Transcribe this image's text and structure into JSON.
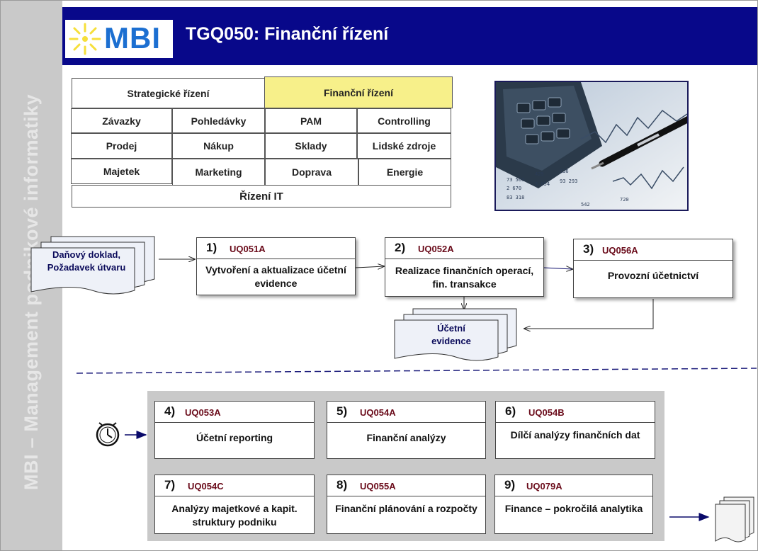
{
  "header": {
    "logo": "MBI",
    "title": "TGQ050: Finanční řízení"
  },
  "sidebar": {
    "text": "MBI – Management podnikové informatiky"
  },
  "menu": {
    "strategic": "Strategické řízení",
    "financial": "Finanční řízení",
    "row1": [
      "Závazky",
      "Pohledávky",
      "PAM",
      "Controlling"
    ],
    "row2": [
      "Prodej",
      "Nákup",
      "Sklady",
      "Lidské zdroje"
    ],
    "row3": [
      "Majetek",
      "Marketing",
      "Doprava",
      "Energie"
    ],
    "it": "Řízení IT"
  },
  "inputs": {
    "doc_line1": "Daňový doklad,",
    "doc_line2": "Požadavek útvaru"
  },
  "output_doc": {
    "line1": "Účetní",
    "line2": "evidence"
  },
  "processes": [
    {
      "num": "1)",
      "code": "UQ051A",
      "label": "Vytvoření a aktualizace účetní evidence"
    },
    {
      "num": "2)",
      "code": "UQ052A",
      "label": "Realizace finančních operací, fin. transakce"
    },
    {
      "num": "3)",
      "code": "UQ056A",
      "label": "Provozní účetnictví"
    }
  ],
  "analytic_processes": [
    {
      "num": "4)",
      "code": "UQ053A",
      "label": "Účetní reporting"
    },
    {
      "num": "5)",
      "code": "UQ054A",
      "label": "Finanční analýzy"
    },
    {
      "num": "6)",
      "code": "UQ054B",
      "label": "Dílčí analýzy finančních dat"
    },
    {
      "num": "7)",
      "code": "UQ054C",
      "label": "Analýzy majetkové a kapit. struktury podniku"
    },
    {
      "num": "8)",
      "code": "UQ055A",
      "label": "Finanční plánování a rozpočty"
    },
    {
      "num": "9)",
      "code": "UQ079A",
      "label": "Finance – pokročilá analytika"
    }
  ],
  "colors": {
    "header": "#08088a",
    "highlight": "#f7f08a",
    "code": "#6a0b1a",
    "arrow": "#0a0a6a",
    "sidebar": "#c9c9c9"
  }
}
